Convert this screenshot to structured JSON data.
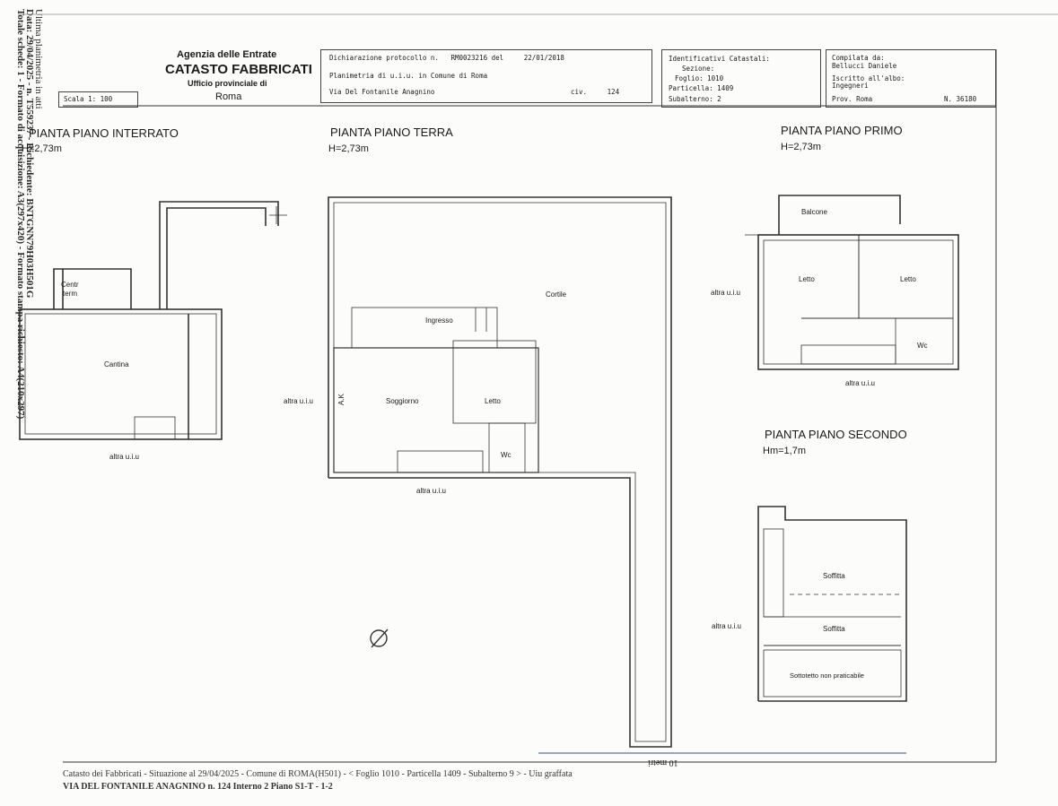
{
  "header": {
    "agency": "Agenzia delle Entrate",
    "catasto": "CATASTO FABBRICATI",
    "office": "Ufficio provinciale di",
    "city": "Roma",
    "scale": "Scala 1: 100",
    "protocol_label": "Dichiarazione protocollo n.",
    "protocol_number": "RM0023216",
    "protocol_date_label": "del",
    "protocol_date": "22/01/2018",
    "planimetria": "Planimetria di u.i.u. in Comune di Roma",
    "address": "Via Del Fontanile Anagnino",
    "civ_label": "civ.",
    "civ": "124",
    "identificativi": "Identificativi Catastali:",
    "sezione": "Sezione:",
    "foglio": "Foglio: 1010",
    "particella": "Particella: 1409",
    "subalterno": "Subalterno: 2",
    "compilata": "Compilata da:",
    "compiler": "Bellucci Daniele",
    "iscritto": "Iscritto all'albo:",
    "albo": "Ingegneri",
    "prov": "Prov. Roma",
    "n_label": "N.",
    "n_number": "36180"
  },
  "side_text": {
    "line1": "Ultima planimetria in atti",
    "line2": "Data: 29/04/2025 - n. T559237 - Richiedente: BNTGNN79H03H501G",
    "line3": "Totale schede: 1 - Formato di acquisizione: A3(297x420) - Formato stampa richiesto: A4(210x297)"
  },
  "plans": {
    "interrato": {
      "title": "PIANTA PIANO INTERRATO",
      "height": "H=2,73m",
      "rooms": [
        "Centr",
        "term",
        "Cantina"
      ],
      "note": "altra u.i.u"
    },
    "terra": {
      "title": "PIANTA PIANO TERRA",
      "height": "H=2,73m",
      "rooms": [
        "Cortile",
        "Ingresso",
        "Soggiorno",
        "Letto",
        "Wc",
        "A.K"
      ],
      "note_left": "altra u.i.u",
      "note_bottom": "altra u.i.u"
    },
    "primo": {
      "title": "PIANTA PIANO PRIMO",
      "height": "H=2,73m",
      "rooms": [
        "Balcone",
        "Letto",
        "Letto",
        "Wc"
      ],
      "note_left": "altra u.i.u",
      "note_bottom": "altra u.i.u"
    },
    "secondo": {
      "title": "PIANTA PIANO SECONDO",
      "height": "Hm=1,7m",
      "rooms": [
        "Soffitta",
        "Soffitta",
        "Sottotetto non praticabile"
      ],
      "note_left": "altra u.i.u"
    }
  },
  "scale_bar": "10 metri",
  "footer": {
    "line1": "Catasto dei Fabbricati - Situazione al 29/04/2025 - Comune di ROMA(H501) - < Foglio 1010 - Particella 1409 - Subalterno 9 > - Uiu graffata",
    "line2": "VIA DEL FONTANILE ANAGNINO n. 124 Interno 2 Piano S1-T - 1-2"
  },
  "colors": {
    "ink": "#1a1a1a",
    "line": "#333333",
    "paper": "#fcfcfa",
    "scale": "#3a4a8a"
  }
}
